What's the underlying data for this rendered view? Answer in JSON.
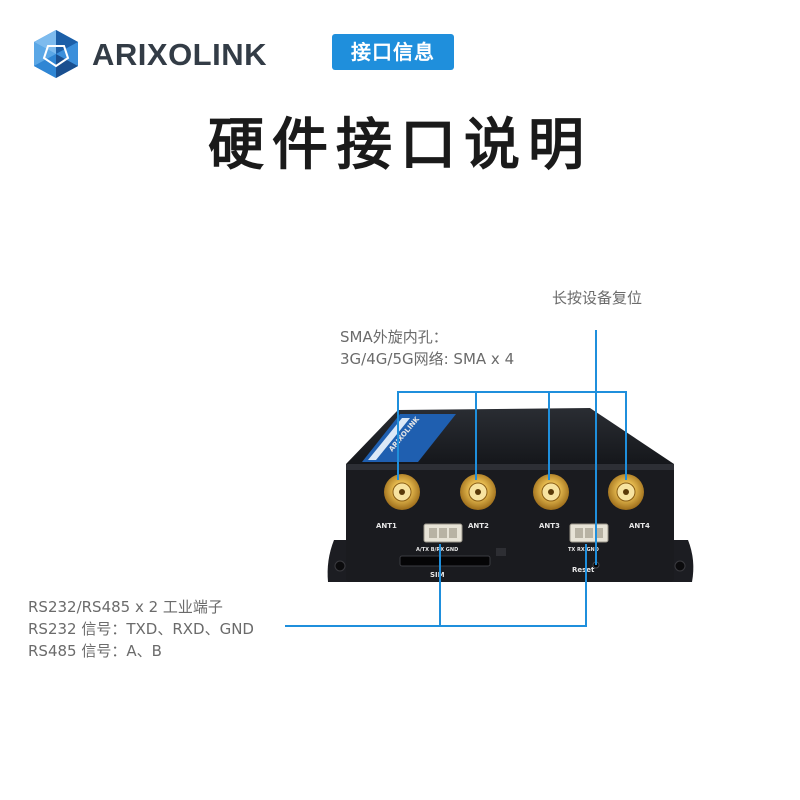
{
  "header": {
    "brand": "ARIXOLINK",
    "tag": "接口信息",
    "logo_icon": "hexagon-logo-icon",
    "accent_color": "#1f8fdc"
  },
  "title": "硬件接口说明",
  "notes": {
    "reset": "长按设备复位",
    "sma": [
      "SMA外旋内孔：",
      "3G/4G/5G网络: SMA x 4"
    ],
    "rs": [
      "RS232/RS485 x 2 工业端子",
      "RS232 信号：TXD、RXD、GND",
      "RS485 信号：A、B"
    ]
  },
  "device": {
    "antennas": [
      "ANT1",
      "ANT2",
      "ANT3",
      "ANT4"
    ],
    "terminal_left": "A/TX  B/RX  GND",
    "terminal_right": "TX   RX   GND",
    "sim": "SIM",
    "reset": "Reset"
  }
}
